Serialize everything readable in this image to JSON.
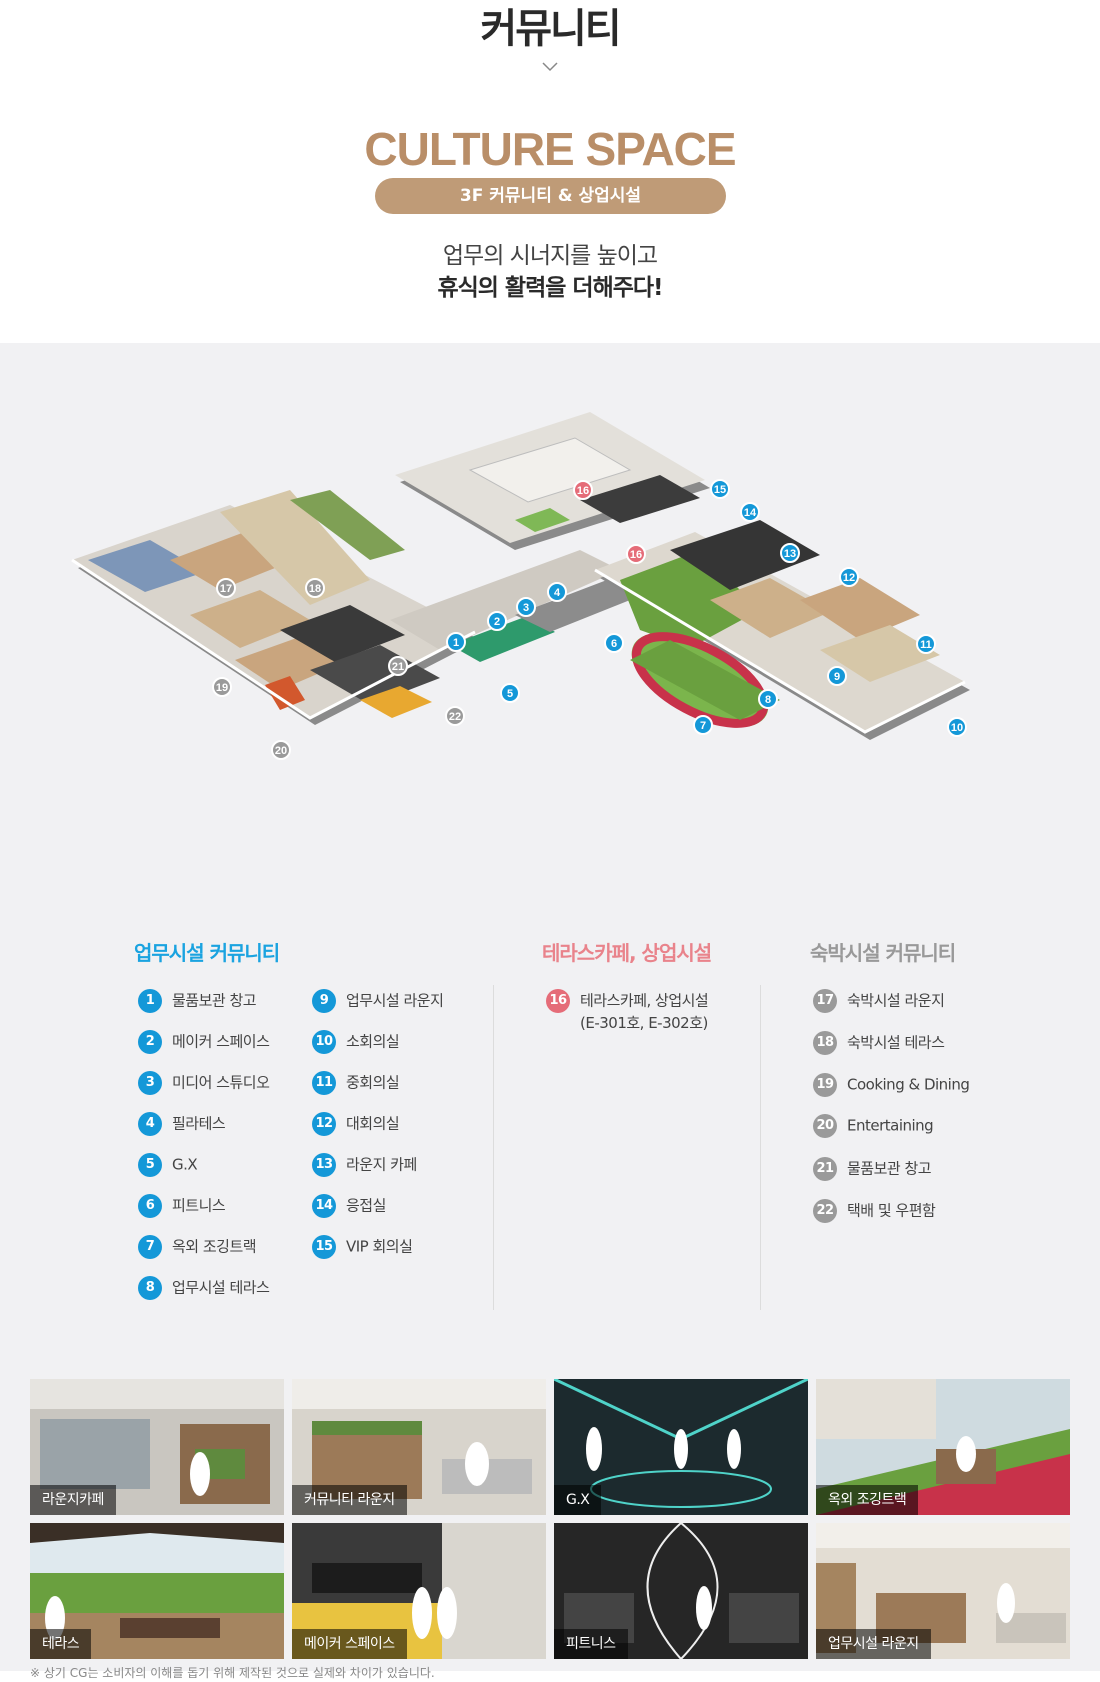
{
  "header": {
    "title": "커뮤니티",
    "heading": "CULTURE SPACE",
    "floor_pill": "3F 커뮤니티 & 상업시설",
    "slogan_line1": "업무의 시너지를 높이고",
    "slogan_line2": "휴식의 활력을 더해주다!"
  },
  "floorplan": {
    "markers": [
      "1",
      "2",
      "3",
      "4",
      "5",
      "6",
      "7",
      "8",
      "9",
      "10",
      "11",
      "12",
      "13",
      "14",
      "15",
      "16",
      "16",
      "17",
      "18",
      "19",
      "20",
      "21",
      "22"
    ]
  },
  "legend": {
    "office": {
      "title": "업무시설 커뮤니티",
      "items": [
        {
          "num": "1",
          "label": "물품보관 창고"
        },
        {
          "num": "2",
          "label": "메이커 스페이스"
        },
        {
          "num": "3",
          "label": "미디어 스튜디오"
        },
        {
          "num": "4",
          "label": "필라테스"
        },
        {
          "num": "5",
          "label": "G.X"
        },
        {
          "num": "6",
          "label": "피트니스"
        },
        {
          "num": "7",
          "label": "옥외 조깅트랙"
        },
        {
          "num": "8",
          "label": "업무시설 테라스"
        },
        {
          "num": "9",
          "label": "업무시설 라운지"
        },
        {
          "num": "10",
          "label": "소회의실"
        },
        {
          "num": "11",
          "label": "중회의실"
        },
        {
          "num": "12",
          "label": "대회의실"
        },
        {
          "num": "13",
          "label": "라운지 카페"
        },
        {
          "num": "14",
          "label": "응접실"
        },
        {
          "num": "15",
          "label": "VIP 회의실"
        }
      ]
    },
    "commercial": {
      "title": "테라스카페, 상업시설",
      "items": [
        {
          "num": "16",
          "label": "테라스카페, 상업시설",
          "sub": "(E-301호, E-302호)"
        }
      ]
    },
    "lodging": {
      "title": "숙박시설 커뮤니티",
      "items": [
        {
          "num": "17",
          "label": "숙박시설 라운지"
        },
        {
          "num": "18",
          "label": "숙박시설 테라스"
        },
        {
          "num": "19",
          "label": "Cooking & Dining"
        },
        {
          "num": "20",
          "label": "Entertaining"
        },
        {
          "num": "21",
          "label": "물품보관 창고"
        },
        {
          "num": "22",
          "label": "택배 및 우편함"
        }
      ]
    }
  },
  "gallery": [
    {
      "caption": "라운지카페"
    },
    {
      "caption": "커뮤니티 라운지"
    },
    {
      "caption": "G.X"
    },
    {
      "caption": "옥외 조깅트랙"
    },
    {
      "caption": "테라스"
    },
    {
      "caption": "메이커 스페이스"
    },
    {
      "caption": "피트니스"
    },
    {
      "caption": "업무시설 라운지"
    }
  ],
  "disclaimer": "※ 상기 CG는 소비자의 이해를 돕기 위해 제작된 것으로 실제와 차이가 있습니다.",
  "colors": {
    "accent_gold": "#b98e68",
    "pill": "#bf9b77",
    "office_blue": "#1498d8",
    "commercial_pink": "#e56c78",
    "lodging_gray": "#9a9a9a"
  }
}
